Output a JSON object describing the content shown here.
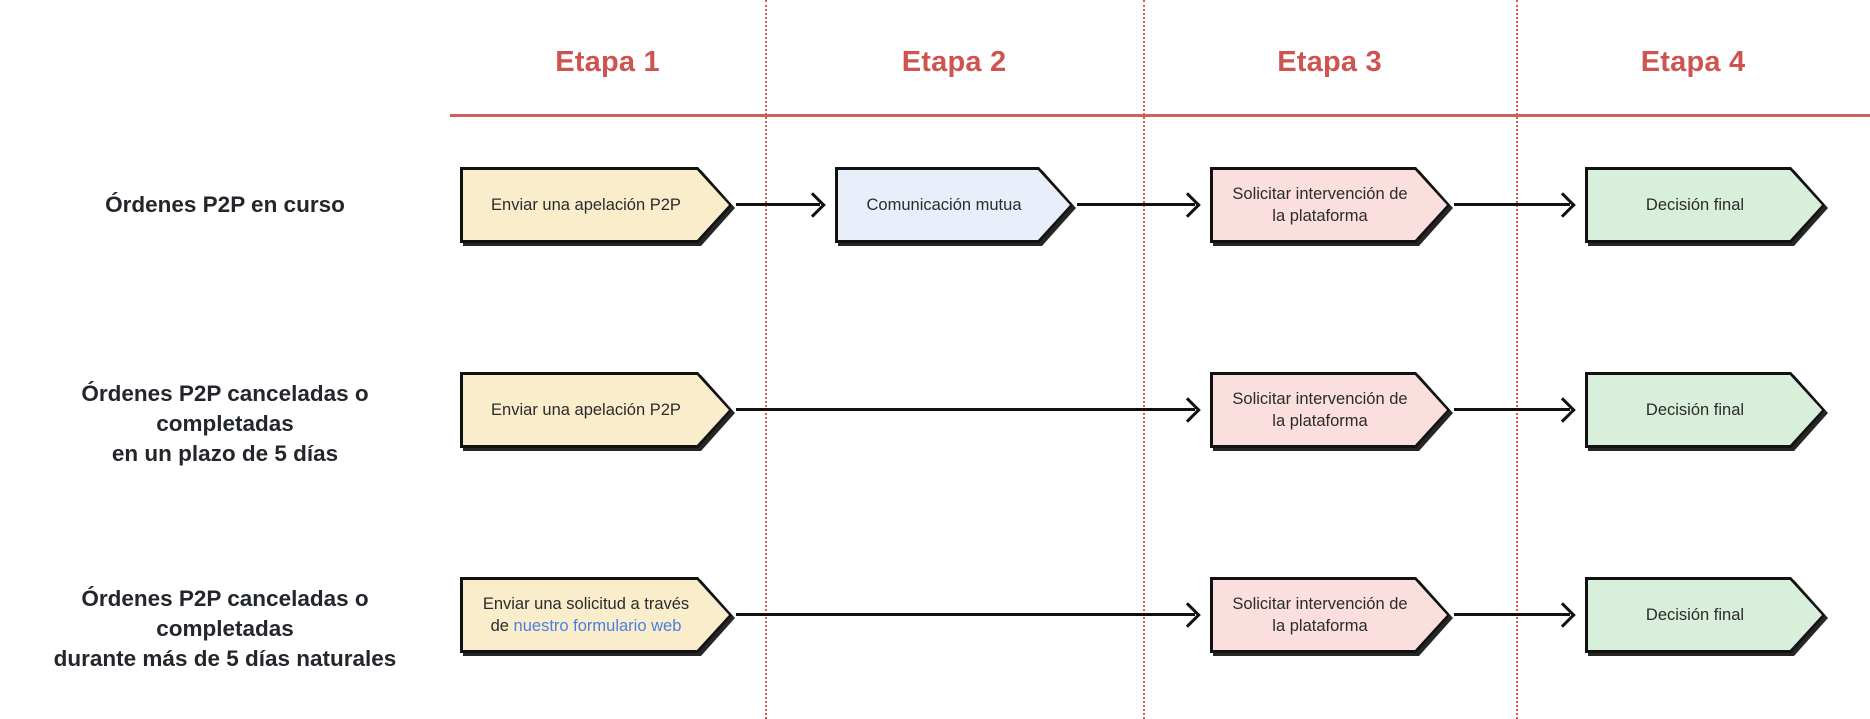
{
  "diagram": {
    "title_present": false,
    "colors": {
      "stage_header": "#CE544F",
      "divider": "#E0585A",
      "rule": "#CE6158",
      "label_text": "#23262B",
      "node_border": "#111111",
      "fill_cream": "#FAEDCC",
      "fill_blue": "#E8EFFA",
      "fill_pink": "#FBDFDF",
      "fill_green": "#D8EFDC",
      "link": "#4A7FE0"
    },
    "stages": [
      {
        "label": "Etapa 1"
      },
      {
        "label": "Etapa 2"
      },
      {
        "label": "Etapa 3"
      },
      {
        "label": "Etapa 4"
      }
    ],
    "rows": [
      {
        "label": "Órdenes P2P en curso",
        "nodes": [
          {
            "stage": 1,
            "text": "Enviar una apelación P2P",
            "fill": "cream"
          },
          {
            "stage": 2,
            "text": "Comunicación mutua",
            "fill": "blue"
          },
          {
            "stage": 3,
            "text": "Solicitar intervención de\nla plataforma",
            "fill": "pink"
          },
          {
            "stage": 4,
            "text": "Decisión final",
            "fill": "green"
          }
        ]
      },
      {
        "label": "Órdenes P2P canceladas o completadas\nen un plazo de 5 días",
        "nodes": [
          {
            "stage": 1,
            "text": "Enviar una apelación P2P",
            "fill": "cream"
          },
          {
            "stage": 3,
            "text": "Solicitar intervención de\nla plataforma",
            "fill": "pink"
          },
          {
            "stage": 4,
            "text": "Decisión final",
            "fill": "green"
          }
        ]
      },
      {
        "label": "Órdenes P2P canceladas o completadas\ndurante más de 5 días naturales",
        "nodes": [
          {
            "stage": 1,
            "text_prefix": "Enviar una solicitud a través\nde ",
            "link_text": "nuestro formulario web",
            "fill": "cream"
          },
          {
            "stage": 3,
            "text": "Solicitar intervención de\nla plataforma",
            "fill": "pink"
          },
          {
            "stage": 4,
            "text": "Decisión final",
            "fill": "green"
          }
        ]
      }
    ]
  }
}
